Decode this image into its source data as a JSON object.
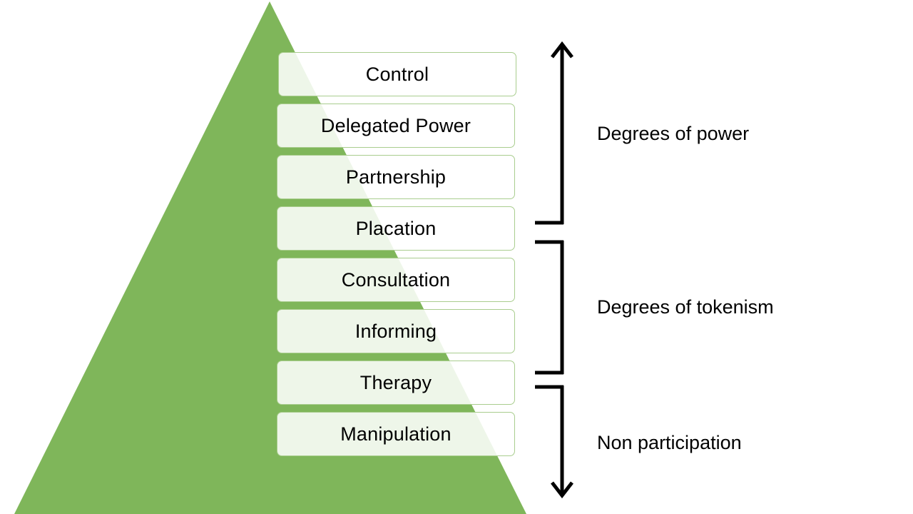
{
  "rungs": [
    {
      "label": "Control"
    },
    {
      "label": "Delegated Power"
    },
    {
      "label": "Partnership"
    },
    {
      "label": "Placation"
    },
    {
      "label": "Consultation"
    },
    {
      "label": "Informing"
    },
    {
      "label": "Therapy"
    },
    {
      "label": "Manipulation"
    }
  ],
  "groups": [
    {
      "label": "Degrees of power"
    },
    {
      "label": "Degrees of tokenism"
    },
    {
      "label": "Non participation"
    }
  ],
  "colors": {
    "pyramid": "#7fb65a",
    "rung_border": "#a9cd8e",
    "bracket": "#000000"
  }
}
